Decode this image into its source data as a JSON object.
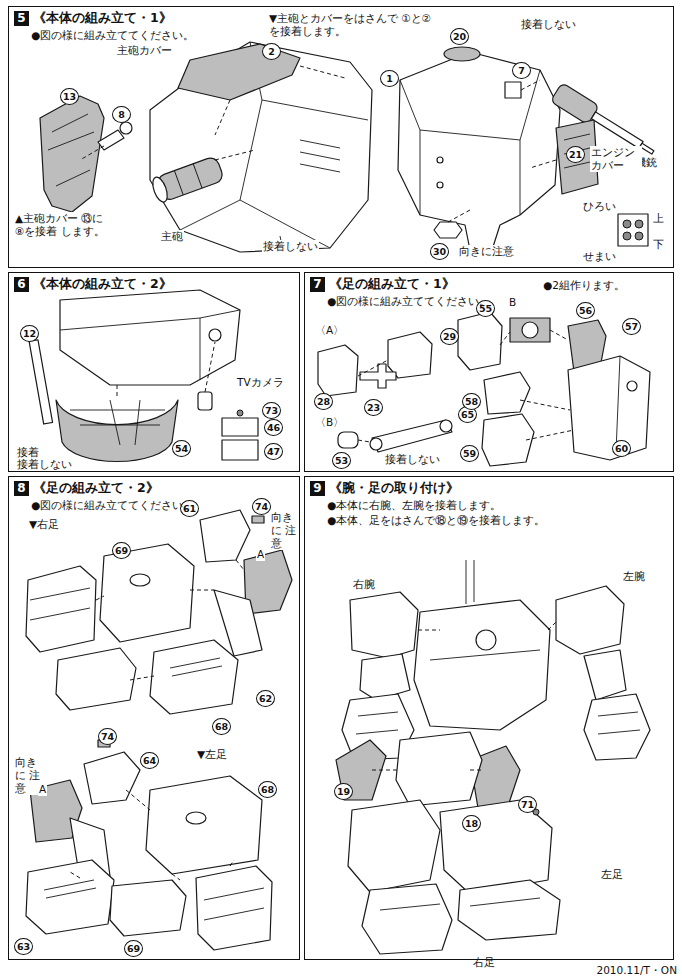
{
  "diagram": {
    "nodes": [
      {
        "text": [
          "5",
          "《本体の組み立て・1》",
          "●図の様に組み立ててください。"
        ]
      },
      {
        "text": [
          "6",
          "《本体の組み立て・2》"
        ]
      },
      {
        "text": [
          "7",
          "《足の組み立て・1》",
          "●図の様に組み立ててください。",
          "●2組作ります。"
        ]
      },
      {
        "text": [
          "8",
          "《足の組み立て・2》",
          "●図の様に組み立ててください。"
        ]
      },
      {
        "text": [
          "9",
          "《腕・足の取り付け》",
          "●本体に右腕、左腕を接着します。",
          "●本体、足をはさんで⑱と⑲を接着します。"
        ]
      }
    ],
    "labels": [
      "▼主砲とカバーをはさんで ①と②を接着します。",
      "主砲カバー",
      "2",
      "1",
      "13",
      "8",
      "▲主砲カバー ⑬に⑧を接着 します。",
      "主砲",
      "接着しない",
      "20",
      "接着しない",
      "7",
      "対空機銃",
      "21",
      "エンジン カバー",
      "ひろい",
      "上",
      "下",
      "せまい",
      "30",
      "向きに注意",
      "12",
      "TVカメラ",
      "73",
      "46",
      "47",
      "54",
      "接着",
      "接着しない",
      "〈A〉",
      "29",
      "28",
      "23",
      "〈B〉",
      "65",
      "53",
      "接着しない",
      "B",
      "55",
      "56",
      "57",
      "58",
      "59",
      "60",
      "▼右足",
      "61",
      "74",
      "向きに 注意",
      "A",
      "69",
      "62",
      "68",
      "74",
      "64",
      "向きに 注意",
      "A",
      "▼左足",
      "68",
      "63",
      "69",
      "右腕",
      "左腕",
      "19",
      "18",
      "71",
      "左足",
      "右足",
      "2010.11/T・ON"
    ]
  }
}
